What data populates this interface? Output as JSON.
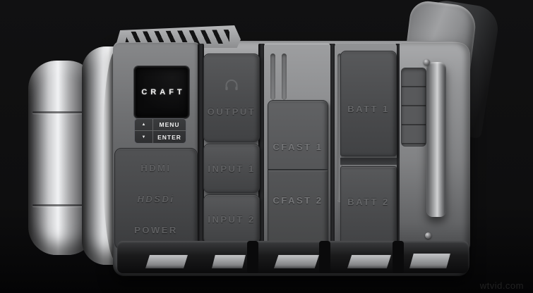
{
  "scene": {
    "description": "Side-view 3D product render of a CRAFT modular camera system on a dark background",
    "background_color": "#0d0d0e"
  },
  "camera": {
    "brand": "CRAFT",
    "display": {
      "logo": "CRAFT"
    },
    "controls": {
      "up_arrow": "▲",
      "down_arrow": "▼",
      "menu": "MENU",
      "enter": "ENTER"
    },
    "front_module": {
      "hdmi": "HDMI",
      "hdsdi": "HDSDi",
      "power": "POWER"
    },
    "io_module": {
      "output": "OUTPUT",
      "input1": "INPUT 1",
      "input2": "INPUT 2"
    },
    "media_module": {
      "cfast1": "CFAST 1",
      "cfast2": "CFAST 2"
    },
    "battery_module": {
      "batt1": "BATT 1",
      "batt2": "BATT 2"
    }
  },
  "icons": {
    "headphones": "headphones-icon"
  },
  "watermark": "wtvid.com",
  "colors": {
    "background": "#0d0d0e",
    "chassis_light": "#98999b",
    "module_door": "#4a4b4d",
    "embossed_label": "#646567",
    "screen": "#0a0a0b",
    "logo_text": "#f0f0f0",
    "chrome_highlight": "#eceded",
    "watermark_text": "#212121"
  }
}
